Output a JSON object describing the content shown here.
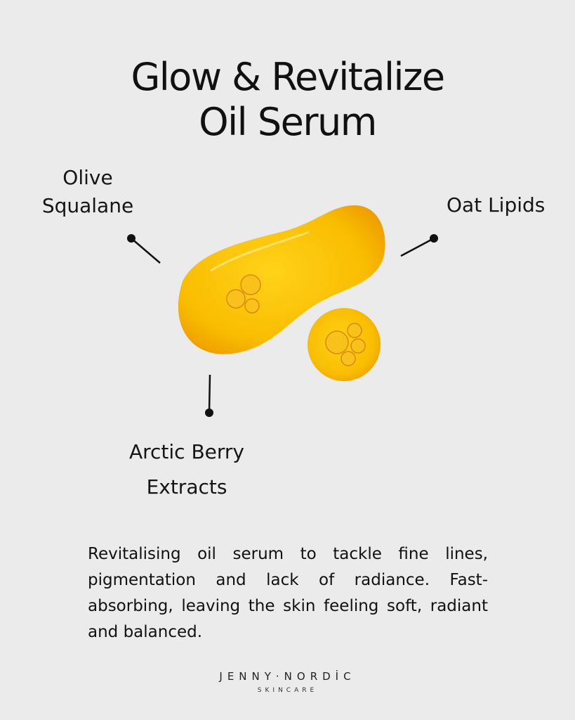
{
  "title": {
    "line1": "Glow & Revitalize",
    "line2": "Oil Serum"
  },
  "ingredients": [
    {
      "line1": "Olive",
      "line2": "Squalane"
    },
    {
      "line1": "Oat Lipids"
    },
    {
      "line1": "Arctic Berry",
      "line2": "Extracts"
    }
  ],
  "description": "Revitalising oil serum to tackle fine lines, pigmentation and lack of radiance. Fast-absorbing, leaving the skin feeling soft, radiant and balanced.",
  "brand": {
    "name": "JENNY·NORDİC",
    "tagline": "SKINCARE"
  },
  "colors": {
    "background": "#ebebeb",
    "oil": "#f7b500"
  }
}
